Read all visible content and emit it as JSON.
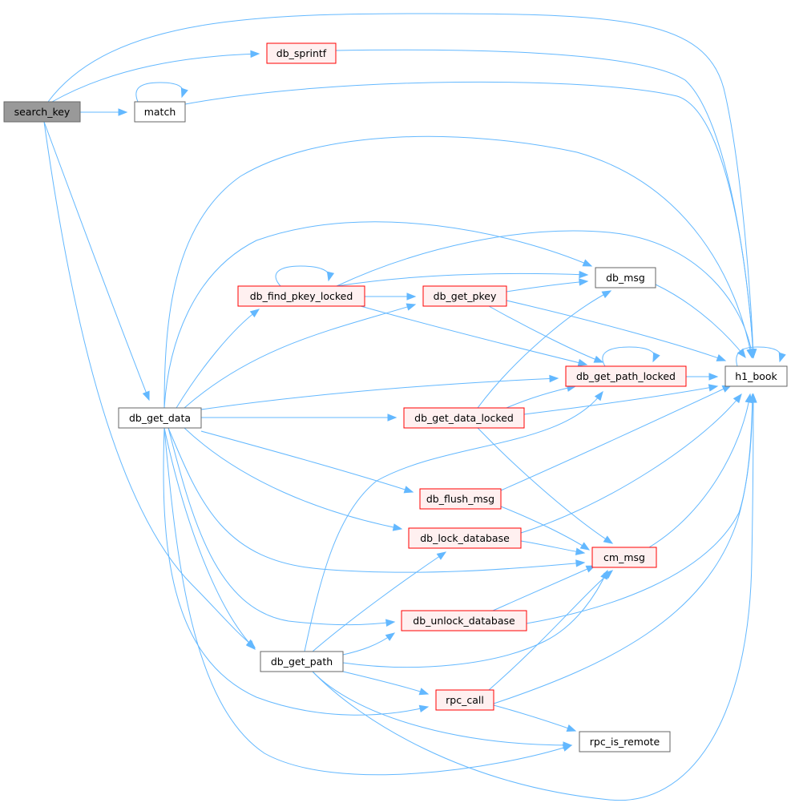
{
  "colors": {
    "edge": "#63b8ff",
    "root_fill": "#999999",
    "root_border": "#666666",
    "plain_fill": "#ffffff",
    "plain_border": "#666666",
    "red_fill": "#fff0f0",
    "red_border": "#ff0000"
  },
  "nodes": [
    {
      "id": "search_key",
      "label": "search_key",
      "style": "root"
    },
    {
      "id": "db_sprintf",
      "label": "db_sprintf",
      "style": "red"
    },
    {
      "id": "match",
      "label": "match",
      "style": "plain"
    },
    {
      "id": "h1_book",
      "label": "h1_book",
      "style": "plain"
    },
    {
      "id": "db_get_data",
      "label": "db_get_data",
      "style": "plain"
    },
    {
      "id": "db_find_pkey_locked",
      "label": "db_find_pkey_locked",
      "style": "red"
    },
    {
      "id": "db_get_pkey",
      "label": "db_get_pkey",
      "style": "red"
    },
    {
      "id": "db_msg",
      "label": "db_msg",
      "style": "plain"
    },
    {
      "id": "db_get_path_locked",
      "label": "db_get_path_locked",
      "style": "red"
    },
    {
      "id": "db_get_data_locked",
      "label": "db_get_data_locked",
      "style": "red"
    },
    {
      "id": "db_flush_msg",
      "label": "db_flush_msg",
      "style": "red"
    },
    {
      "id": "db_lock_database",
      "label": "db_lock_database",
      "style": "red"
    },
    {
      "id": "cm_msg",
      "label": "cm_msg",
      "style": "red"
    },
    {
      "id": "db_unlock_database",
      "label": "db_unlock_database",
      "style": "red"
    },
    {
      "id": "db_get_path",
      "label": "db_get_path",
      "style": "plain"
    },
    {
      "id": "rpc_call",
      "label": "rpc_call",
      "style": "red"
    },
    {
      "id": "rpc_is_remote",
      "label": "rpc_is_remote",
      "style": "plain"
    }
  ],
  "edges": [
    {
      "from": "search_key",
      "to": "db_sprintf"
    },
    {
      "from": "search_key",
      "to": "match"
    },
    {
      "from": "search_key",
      "to": "h1_book"
    },
    {
      "from": "search_key",
      "to": "db_get_data"
    },
    {
      "from": "search_key",
      "to": "db_get_path"
    },
    {
      "from": "db_sprintf",
      "to": "h1_book"
    },
    {
      "from": "match",
      "to": "match"
    },
    {
      "from": "match",
      "to": "h1_book"
    },
    {
      "from": "h1_book",
      "to": "h1_book"
    },
    {
      "from": "db_get_data",
      "to": "h1_book"
    },
    {
      "from": "db_get_data",
      "to": "db_find_pkey_locked"
    },
    {
      "from": "db_get_data",
      "to": "db_get_pkey"
    },
    {
      "from": "db_get_data",
      "to": "db_msg"
    },
    {
      "from": "db_get_data",
      "to": "db_get_path_locked"
    },
    {
      "from": "db_get_data",
      "to": "db_get_data_locked"
    },
    {
      "from": "db_get_data",
      "to": "db_flush_msg"
    },
    {
      "from": "db_get_data",
      "to": "db_lock_database"
    },
    {
      "from": "db_get_data",
      "to": "cm_msg"
    },
    {
      "from": "db_get_data",
      "to": "db_unlock_database"
    },
    {
      "from": "db_get_data",
      "to": "db_get_path"
    },
    {
      "from": "db_get_data",
      "to": "rpc_call"
    },
    {
      "from": "db_get_data",
      "to": "rpc_is_remote"
    },
    {
      "from": "db_find_pkey_locked",
      "to": "db_find_pkey_locked"
    },
    {
      "from": "db_find_pkey_locked",
      "to": "db_get_pkey"
    },
    {
      "from": "db_find_pkey_locked",
      "to": "db_msg"
    },
    {
      "from": "db_find_pkey_locked",
      "to": "db_get_path_locked"
    },
    {
      "from": "db_find_pkey_locked",
      "to": "h1_book"
    },
    {
      "from": "db_get_pkey",
      "to": "db_msg"
    },
    {
      "from": "db_get_pkey",
      "to": "db_get_path_locked"
    },
    {
      "from": "db_get_pkey",
      "to": "h1_book"
    },
    {
      "from": "db_msg",
      "to": "h1_book"
    },
    {
      "from": "db_get_path_locked",
      "to": "db_get_path_locked"
    },
    {
      "from": "db_get_path_locked",
      "to": "h1_book"
    },
    {
      "from": "db_get_data_locked",
      "to": "db_msg"
    },
    {
      "from": "db_get_data_locked",
      "to": "db_get_path_locked"
    },
    {
      "from": "db_get_data_locked",
      "to": "h1_book"
    },
    {
      "from": "db_get_data_locked",
      "to": "cm_msg"
    },
    {
      "from": "db_flush_msg",
      "to": "h1_book"
    },
    {
      "from": "db_flush_msg",
      "to": "cm_msg"
    },
    {
      "from": "db_lock_database",
      "to": "cm_msg"
    },
    {
      "from": "db_lock_database",
      "to": "h1_book"
    },
    {
      "from": "cm_msg",
      "to": "h1_book"
    },
    {
      "from": "db_unlock_database",
      "to": "cm_msg"
    },
    {
      "from": "db_unlock_database",
      "to": "h1_book"
    },
    {
      "from": "db_get_path",
      "to": "db_get_path_locked"
    },
    {
      "from": "db_get_path",
      "to": "db_lock_database"
    },
    {
      "from": "db_get_path",
      "to": "db_unlock_database"
    },
    {
      "from": "db_get_path",
      "to": "cm_msg"
    },
    {
      "from": "db_get_path",
      "to": "rpc_call"
    },
    {
      "from": "db_get_path",
      "to": "rpc_is_remote"
    },
    {
      "from": "db_get_path",
      "to": "h1_book"
    },
    {
      "from": "rpc_call",
      "to": "cm_msg"
    },
    {
      "from": "rpc_call",
      "to": "rpc_is_remote"
    },
    {
      "from": "rpc_call",
      "to": "h1_book"
    }
  ]
}
